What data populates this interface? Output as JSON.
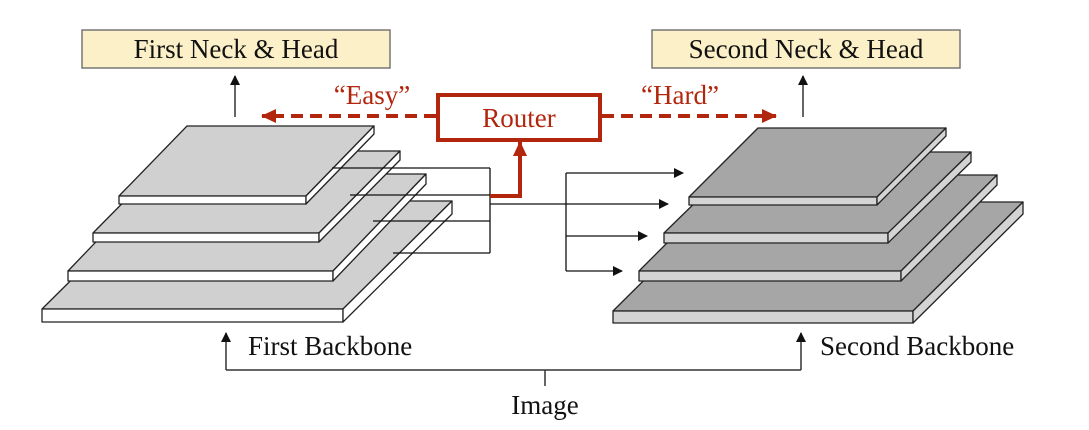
{
  "heads": {
    "first": "First Neck & Head",
    "second": "Second Neck & Head"
  },
  "router": {
    "label": "Router",
    "easy_label": "“Easy”",
    "hard_label": "“Hard”"
  },
  "backbones": {
    "first": "First Backbone",
    "second": "Second Backbone"
  },
  "input": {
    "label": "Image"
  },
  "colors": {
    "accent_red": "#b3260e",
    "head_box_fill": "#fbf0c8",
    "first_backbone_top": "#d0d0d0",
    "first_backbone_edge": "#ffffff",
    "second_backbone_top": "#a6a6a6",
    "second_backbone_edge": "#d4d4d4"
  }
}
